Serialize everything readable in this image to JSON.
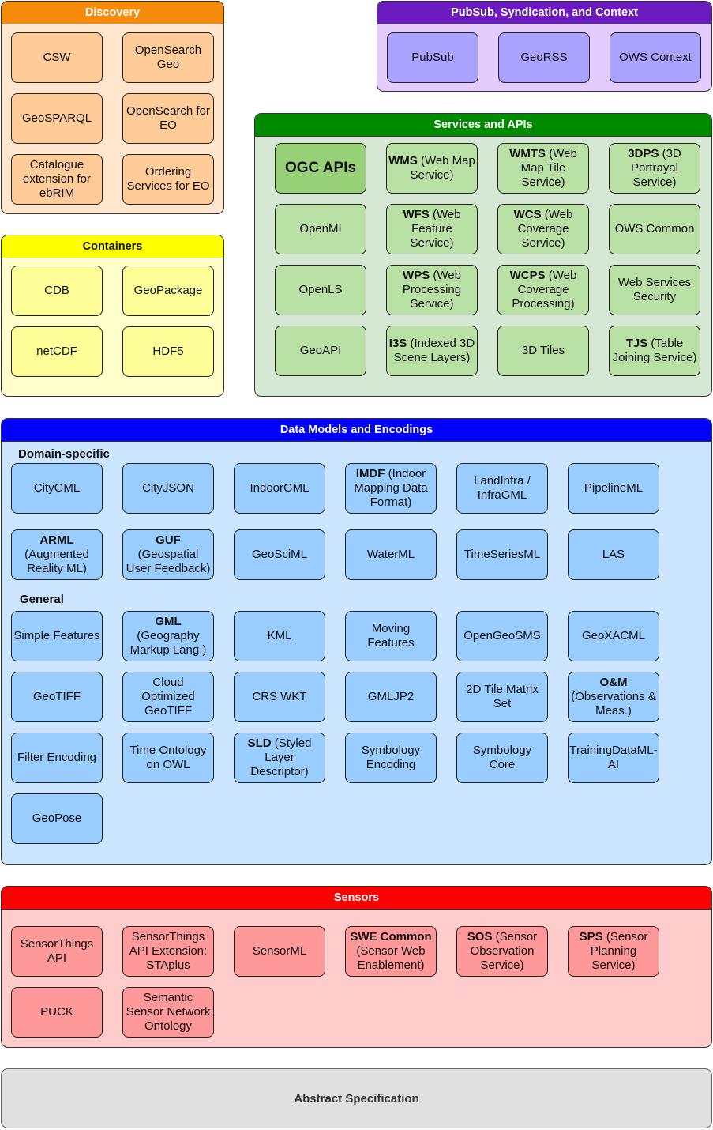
{
  "discovery": {
    "title": "Discovery",
    "items": [
      {
        "bold": "",
        "rest": "CSW"
      },
      {
        "bold": "",
        "rest": "OpenSearch Geo"
      },
      {
        "bold": "",
        "rest": "GeoSPARQL"
      },
      {
        "bold": "",
        "rest": "OpenSearch for EO"
      },
      {
        "bold": "",
        "rest": "Catalogue extension for ebRIM"
      },
      {
        "bold": "",
        "rest": "Ordering Services for EO"
      }
    ]
  },
  "pubsub": {
    "title": "PubSub, Syndication, and Context",
    "items": [
      {
        "bold": "",
        "rest": "PubSub"
      },
      {
        "bold": "",
        "rest": "GeoRSS"
      },
      {
        "bold": "",
        "rest": "OWS Context"
      }
    ]
  },
  "containers": {
    "title": "Containers",
    "items": [
      {
        "bold": "",
        "rest": "CDB"
      },
      {
        "bold": "",
        "rest": "GeoPackage"
      },
      {
        "bold": "",
        "rest": "netCDF"
      },
      {
        "bold": "",
        "rest": "HDF5"
      }
    ]
  },
  "services": {
    "title": "Services and APIs",
    "items": [
      {
        "bold": "OGC APIs",
        "rest": ""
      },
      {
        "bold": "WMS",
        "rest": " (Web Map Service)"
      },
      {
        "bold": "WMTS",
        "rest": " (Web Map Tile Service)"
      },
      {
        "bold": "3DPS",
        "rest": " (3D Portrayal Service)"
      },
      {
        "bold": "",
        "rest": "OpenMI"
      },
      {
        "bold": "WFS",
        "rest": " (Web Feature Service)"
      },
      {
        "bold": "WCS",
        "rest": " (Web Coverage Service)"
      },
      {
        "bold": "",
        "rest": "OWS Common"
      },
      {
        "bold": "",
        "rest": "OpenLS"
      },
      {
        "bold": "WPS",
        "rest": " (Web Processing Service)"
      },
      {
        "bold": "WCPS",
        "rest": " (Web Coverage Processing)"
      },
      {
        "bold": "",
        "rest": "Web Services Security"
      },
      {
        "bold": "",
        "rest": "GeoAPI"
      },
      {
        "bold": "I3S",
        "rest": " (Indexed 3D Scene Layers)"
      },
      {
        "bold": "",
        "rest": "3D Tiles"
      },
      {
        "bold": "TJS",
        "rest": " (Table Joining Service)"
      }
    ]
  },
  "datamodels": {
    "title": "Data Models and Encodings",
    "domain_label": "Domain-specific",
    "general_label": "General",
    "domain_items": [
      {
        "bold": "",
        "rest": "CityGML"
      },
      {
        "bold": "",
        "rest": "CityJSON"
      },
      {
        "bold": "",
        "rest": "IndoorGML"
      },
      {
        "bold": "IMDF",
        "rest": " (Indoor Mapping Data Format)"
      },
      {
        "bold": "",
        "rest": "LandInfra / InfraGML"
      },
      {
        "bold": "",
        "rest": "PipelineML"
      },
      {
        "bold": "ARML",
        "rest": " (Augmented Reality ML)"
      },
      {
        "bold": "GUF",
        "rest": " (Geospatial User Feedback)"
      },
      {
        "bold": "",
        "rest": "GeoSciML"
      },
      {
        "bold": "",
        "rest": "WaterML"
      },
      {
        "bold": "",
        "rest": "TimeSeriesML"
      },
      {
        "bold": "",
        "rest": "LAS"
      }
    ],
    "general_items": [
      {
        "bold": "",
        "rest": "Simple Features"
      },
      {
        "bold": "GML",
        "rest": " (Geography Markup Lang.)"
      },
      {
        "bold": "",
        "rest": "KML"
      },
      {
        "bold": "",
        "rest": "Moving Features"
      },
      {
        "bold": "",
        "rest": "OpenGeoSMS"
      },
      {
        "bold": "",
        "rest": "GeoXACML"
      },
      {
        "bold": "",
        "rest": "GeoTIFF"
      },
      {
        "bold": "",
        "rest": "Cloud Optimized GeoTIFF"
      },
      {
        "bold": "",
        "rest": "CRS WKT"
      },
      {
        "bold": "",
        "rest": "GMLJP2"
      },
      {
        "bold": "",
        "rest": "2D Tile Matrix Set"
      },
      {
        "bold": "O&M",
        "rest": " (Observations & Meas.)"
      },
      {
        "bold": "",
        "rest": "Filter Encoding"
      },
      {
        "bold": "",
        "rest": "Time Ontology on OWL"
      },
      {
        "bold": "SLD",
        "rest": " (Styled Layer Descriptor)"
      },
      {
        "bold": "",
        "rest": "Symbology Encoding"
      },
      {
        "bold": "",
        "rest": "Symbology Core"
      },
      {
        "bold": "",
        "rest": "TrainingDataML-AI"
      },
      {
        "bold": "",
        "rest": "GeoPose"
      }
    ]
  },
  "sensors": {
    "title": "Sensors",
    "items": [
      {
        "bold": "",
        "rest": "SensorThings API"
      },
      {
        "bold": "",
        "rest": "SensorThings API Extension: STAplus"
      },
      {
        "bold": "",
        "rest": "SensorML"
      },
      {
        "bold": "SWE Common",
        "rest": " (Sensor Web Enablement)"
      },
      {
        "bold": "SOS",
        "rest": " (Sensor Observation Service)"
      },
      {
        "bold": "SPS",
        "rest": " (Sensor Planning Service)"
      },
      {
        "bold": "",
        "rest": "PUCK"
      },
      {
        "bold": "",
        "rest": "Semantic Sensor Network Ontology"
      }
    ]
  },
  "abstract": {
    "title": "Abstract Specification"
  },
  "colors": {
    "discovery": "#f58b0b",
    "pubsub": "#6b1bbd",
    "containers": "#ffff00",
    "services": "#008a00",
    "datamodels": "#0000ff",
    "sensors": "#ff0000",
    "abstract": "#e0e0e0"
  }
}
